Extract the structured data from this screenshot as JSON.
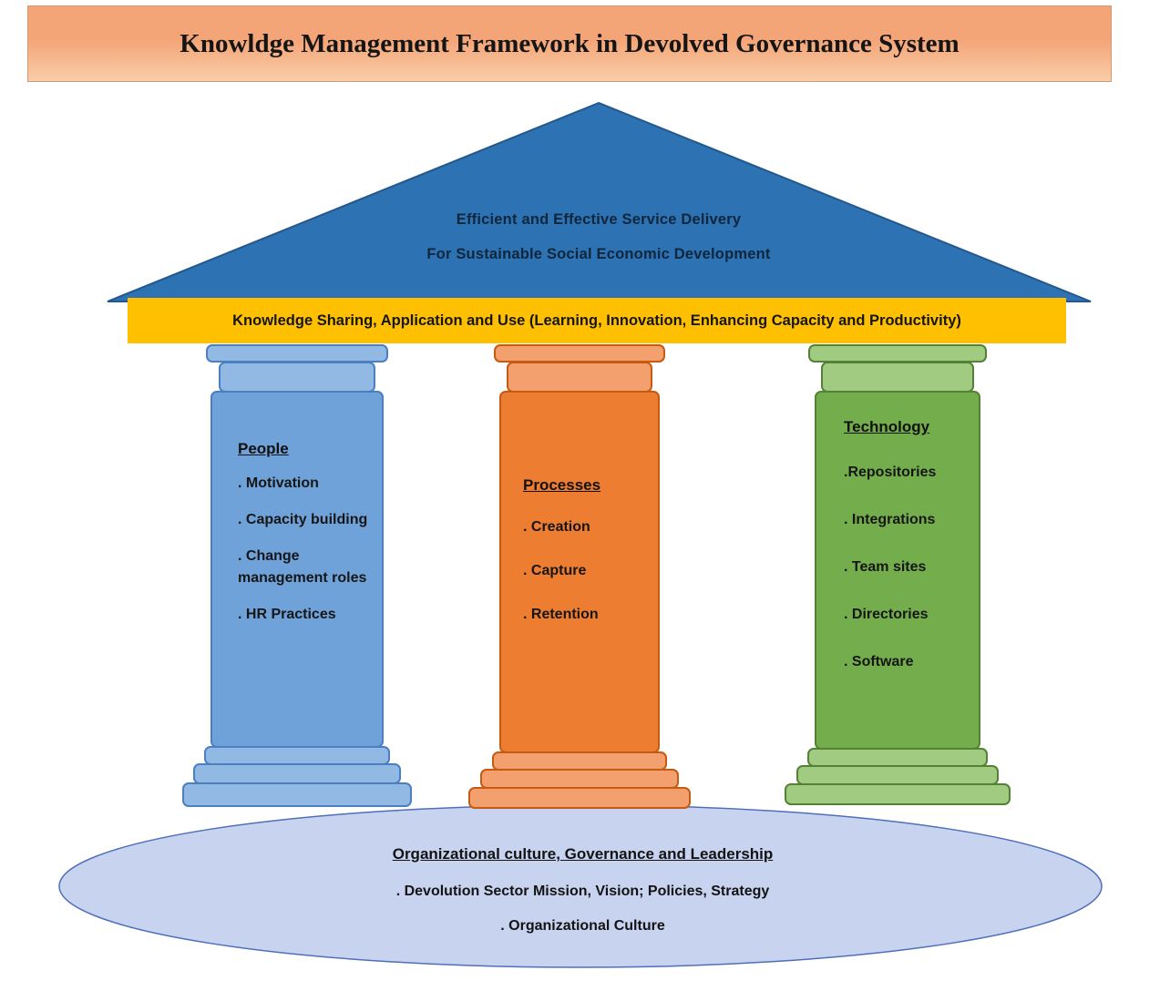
{
  "title": "Knowldge Management Framework in Devolved Governance System",
  "roof": {
    "line1": "Efficient and Effective Service Delivery",
    "line2": "For Sustainable Social Economic Development"
  },
  "beam": {
    "label": "Knowledge Sharing, Application and Use (Learning, Innovation, Enhancing Capacity and Productivity)"
  },
  "pillars": [
    {
      "name": "people",
      "heading": "People",
      "items": [
        ". Motivation",
        ". Capacity building",
        ". Change management roles",
        ". HR Practices"
      ],
      "colors": {
        "shaft": "#6fa2d9",
        "cap": "#92b9e4",
        "border": "#4a7fc0"
      }
    },
    {
      "name": "processes",
      "heading": "Processes",
      "items": [
        ". Creation",
        ". Capture",
        ". Retention"
      ],
      "colors": {
        "shaft": "#ed7d31",
        "cap": "#f3a06e",
        "border": "#c55a11"
      }
    },
    {
      "name": "technology",
      "heading": "Technology",
      "items": [
        ".Repositories",
        ". Integrations",
        ". Team sites",
        ". Directories",
        ". Software"
      ],
      "colors": {
        "shaft": "#74ad4c",
        "cap": "#a0cb81",
        "border": "#538135"
      }
    }
  ],
  "platform": {
    "heading": "Organizational culture, Governance and Leadership",
    "items": [
      ". Devolution Sector Mission, Vision; Policies, Strategy",
      ". Organizational Culture"
    ]
  },
  "colors": {
    "title_top": "#f4a577",
    "title_bottom": "#f9cda9",
    "roof_fill": "#2d72b3",
    "roof_stroke": "#24588c",
    "beam_fill": "#fec000",
    "platform_fill": "#c7d3ef",
    "platform_stroke": "#4f6fb8"
  }
}
